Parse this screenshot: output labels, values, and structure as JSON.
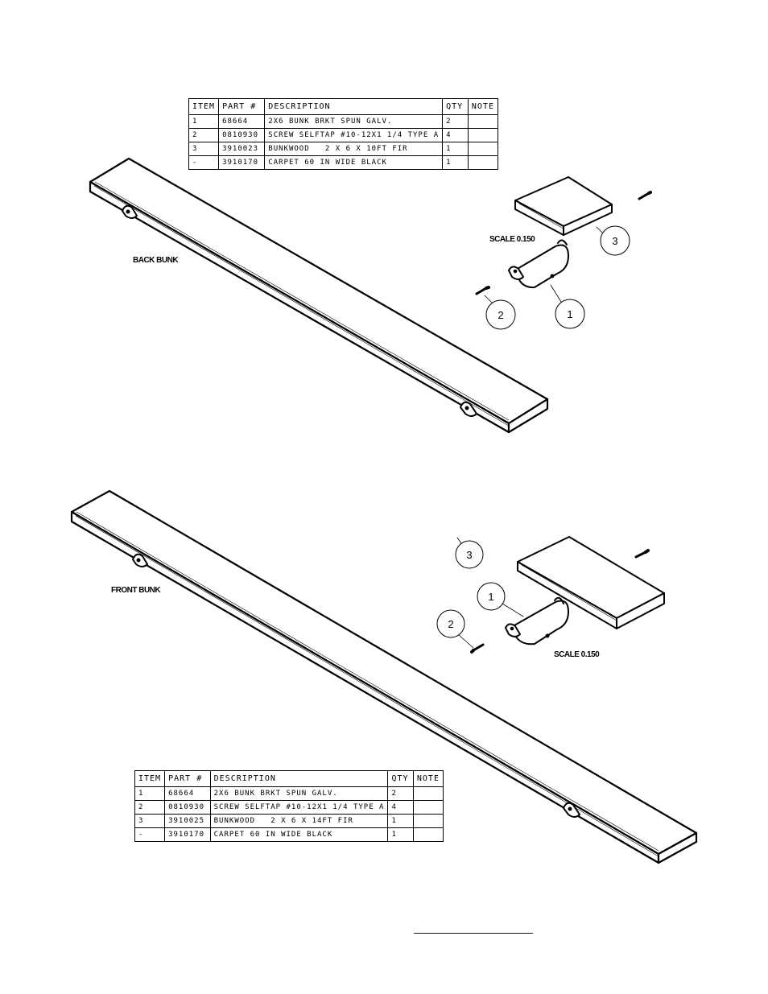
{
  "bom_back": {
    "headers": [
      "ITEM",
      "PART #",
      "DESCRIPTION",
      "QTY",
      "NOTE"
    ],
    "rows": [
      {
        "item": "1",
        "part": "68664",
        "desc": "2X6 BUNK BRKT SPUN GALV.",
        "qty": "2",
        "note": ""
      },
      {
        "item": "2",
        "part": "0810930",
        "desc": "SCREW SELFTAP #10-12X1 1/4 TYPE A",
        "qty": "4",
        "note": ""
      },
      {
        "item": "3",
        "part": "3910023",
        "desc": "BUNKWOOD   2 X 6 X 10FT FIR",
        "qty": "1",
        "note": ""
      },
      {
        "item": "-",
        "part": "3910170",
        "desc": "CARPET 60 IN WIDE BLACK",
        "qty": "1",
        "note": ""
      }
    ]
  },
  "bom_front": {
    "headers": [
      "ITEM",
      "PART #",
      "DESCRIPTION",
      "QTY",
      "NOTE"
    ],
    "rows": [
      {
        "item": "1",
        "part": "68664",
        "desc": "2X6 BUNK BRKT SPUN GALV.",
        "qty": "2",
        "note": ""
      },
      {
        "item": "2",
        "part": "0810930",
        "desc": "SCREW SELFTAP #10-12X1 1/4 TYPE A",
        "qty": "4",
        "note": ""
      },
      {
        "item": "3",
        "part": "3910025",
        "desc": "BUNKWOOD   2 X 6 X 14FT FIR",
        "qty": "1",
        "note": ""
      },
      {
        "item": "-",
        "part": "3910170",
        "desc": "CARPET 60 IN WIDE BLACK",
        "qty": "1",
        "note": ""
      }
    ]
  },
  "views": {
    "back_label": "BACK BUNK",
    "front_label": "FRONT BUNK",
    "back_scale": "SCALE  0.150",
    "front_scale": "SCALE  0.150"
  },
  "balloons": {
    "back": [
      "3",
      "2",
      "1"
    ],
    "front": [
      "3",
      "1",
      "2"
    ]
  },
  "colors": {
    "line": "#000000",
    "link": "#0000cc"
  }
}
